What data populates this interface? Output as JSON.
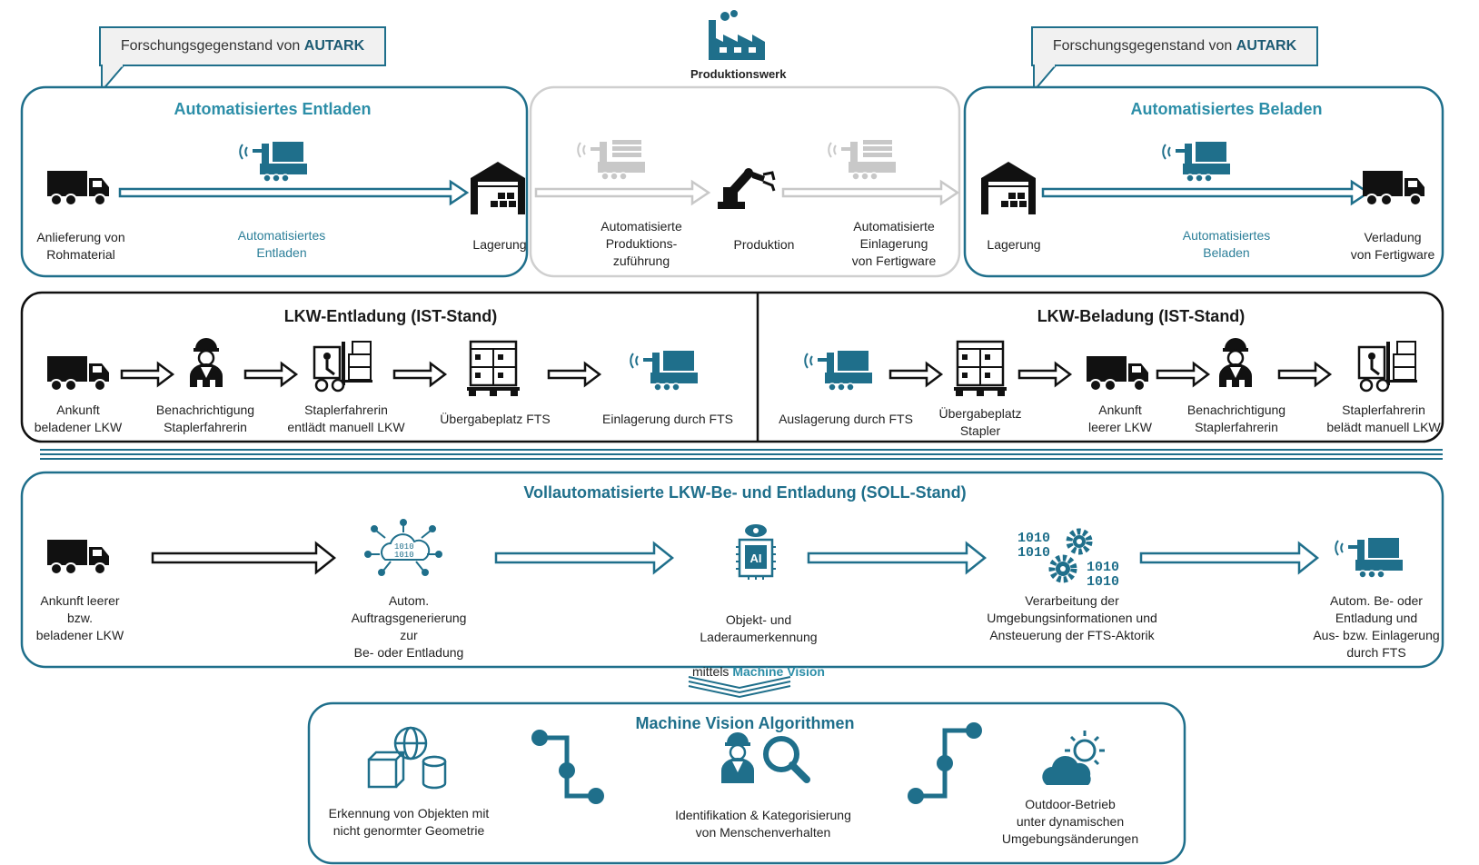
{
  "callouts": [
    {
      "prefix": "Forschungsgegenstand von ",
      "emph": "AUTARK"
    },
    {
      "prefix": "Forschungsgegenstand von ",
      "emph": "AUTARK"
    }
  ],
  "factory": {
    "label": "Produktionswerk"
  },
  "top": {
    "left": {
      "title": "Automatisiertes Entladen",
      "start": "Anlieferung von\nRohmaterial",
      "middle": "Automatisiertes\nEntladen",
      "end": "Lagerung"
    },
    "center": {
      "step1": "Automatisierte\nProduktions-\nzuführung",
      "step2": "Produktion",
      "step3": "Automatisierte\nEinlagerung\nvon Fertigware"
    },
    "right": {
      "title": "Automatisiertes Beladen",
      "start": "Lagerung",
      "middle": "Automatisiertes\nBeladen",
      "end": "Verladung\nvon Fertigware"
    }
  },
  "ist": {
    "unload": {
      "title": "LKW-Entladung (IST-Stand)",
      "steps": [
        "Ankunft\nbeladener LKW",
        "Benachrichtigung\nStaplerfahrerin",
        "Staplerfahrerin\nentlädt manuell LKW",
        "Übergabeplatz FTS",
        "Einlagerung durch FTS"
      ]
    },
    "load": {
      "title": "LKW-Beladung (IST-Stand)",
      "steps": [
        "Auslagerung durch FTS",
        "Übergabeplatz\nStapler",
        "Ankunft\nleerer LKW",
        "Benachrichtigung\nStaplerfahrerin",
        "Staplerfahrerin\nbelädt manuell LKW"
      ]
    }
  },
  "soll": {
    "title": "Vollautomatisierte LKW-Be- und Entladung (SOLL-Stand)",
    "steps": [
      "Ankunft leerer\nbzw.\nbeladener LKW",
      "Autom.\nAuftragsgenerierung\nzur\nBe- oder Entladung",
      "Objekt- und\nLaderaumerkennung",
      "Verarbeitung der\nUmgebungsinformationen und\nAnsteuerung der FTS-Aktorik",
      "Autom. Be- oder\nEntladung und\nAus- bzw. Einlagerung\ndurch FTS"
    ],
    "mv_prefix": "mittels ",
    "mv_emph": "Machine Vision",
    "ai_chip": "AI"
  },
  "mv": {
    "title": "Machine Vision Algorithmen",
    "items": [
      "Erkennung von Objekten mit\nnicht genormter Geometrie",
      "Identifikation & Kategorisierung\nvon Menschenverhalten",
      "Outdoor-Betrieb\nunter dynamischen\nUmgebungsänderungen"
    ]
  },
  "colors": {
    "teal": "#1f6f8b",
    "teal_light": "#2c8ea8",
    "grey": "#c8c8c8",
    "dark": "#1a1a1a"
  }
}
